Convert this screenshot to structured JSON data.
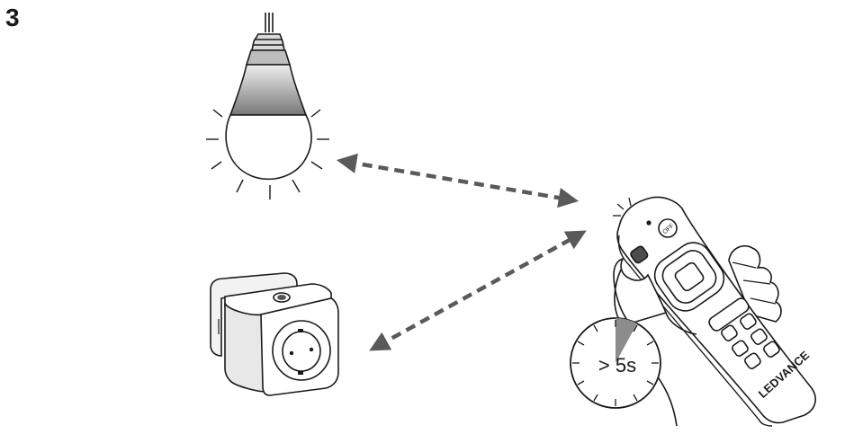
{
  "step_number": "3",
  "timer_label": "> 5s",
  "brand_label": "LEDVANCE",
  "off_button_label": "OFF",
  "colors": {
    "line": "#1a1a1a",
    "arrow": "#5a5a5a",
    "bulb_gradient_top": "#f2f2f2",
    "bulb_gradient_bottom": "#7a7a7a",
    "timer_wedge": "#8c8c8c"
  }
}
